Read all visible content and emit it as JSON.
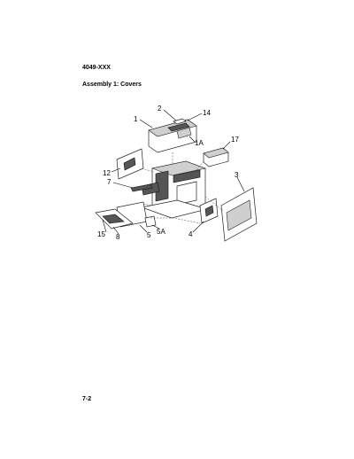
{
  "header": {
    "doc_code": "4049-XXX",
    "title": "Assembly 1: Covers"
  },
  "footer": {
    "page_number": "7-2"
  },
  "diagram": {
    "callouts": [
      "1",
      "2",
      "14",
      "1A",
      "17",
      "12",
      "3",
      "7",
      "15",
      "8",
      "5",
      "5A",
      "4"
    ]
  }
}
